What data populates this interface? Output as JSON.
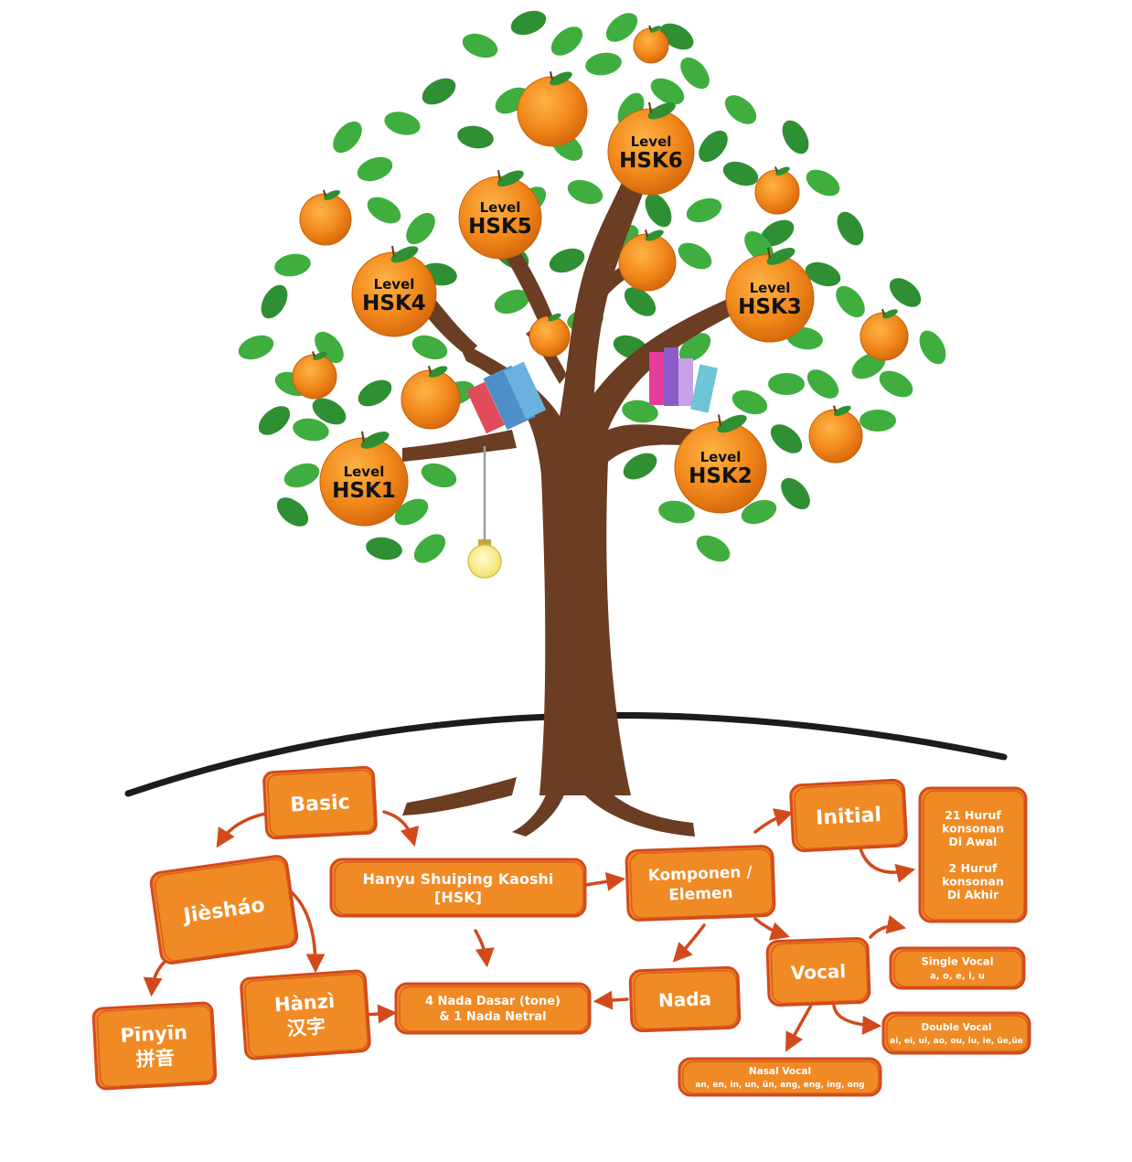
{
  "colors": {
    "leaf": "#3fae3f",
    "leaf_dark": "#2f8f33",
    "trunk": "#6b3d22",
    "orange": "#f28a1c",
    "orange_dark": "#d86a0c",
    "box_fill": "#f08a24",
    "box_stroke": "#d24a1c",
    "arrow": "#d24a1c",
    "ground": "#1c1c1c"
  },
  "levels": [
    {
      "top": "Level",
      "bottom": "HSK1"
    },
    {
      "top": "Level",
      "bottom": "HSK2"
    },
    {
      "top": "Level",
      "bottom": "HSK3"
    },
    {
      "top": "Level",
      "bottom": "HSK4"
    },
    {
      "top": "Level",
      "bottom": "HSK5"
    },
    {
      "top": "Level",
      "bottom": "HSK6"
    }
  ],
  "nodes": {
    "basic": {
      "lines": [
        "Basic"
      ]
    },
    "jieshao": {
      "lines": [
        "Jièsháo"
      ]
    },
    "hsk": {
      "lines": [
        "Hanyu Shuiping Kaoshi",
        "[HSK]"
      ]
    },
    "komponen": {
      "lines": [
        "Komponen /",
        "Elemen"
      ]
    },
    "initial": {
      "lines": [
        "Initial"
      ]
    },
    "huruf": {
      "lines": [
        "21 Huruf",
        "konsonan",
        "Di Awal",
        "",
        "2 Huruf",
        "konsonan",
        "Di Akhir"
      ]
    },
    "pinyin": {
      "lines": [
        "Pīnyīn",
        "拼音"
      ]
    },
    "hanzi": {
      "lines": [
        "Hànzì",
        "汉字"
      ]
    },
    "nada_dasar": {
      "lines": [
        "4 Nada Dasar (tone)",
        "& 1 Nada Netral"
      ]
    },
    "nada": {
      "lines": [
        "Nada"
      ]
    },
    "vocal": {
      "lines": [
        "Vocal"
      ]
    },
    "single_vocal": {
      "lines": [
        "Single Vocal",
        "a, o, e, i, u"
      ]
    },
    "double_vocal": {
      "lines": [
        "Double Vocal",
        "ai, ei, ui, ao, ou, iu, ie, üe,üe"
      ]
    },
    "nasal_vocal": {
      "lines": [
        "Nasal Vocal",
        "an, en, in, un, ün, ang, eng, ing, ong"
      ]
    }
  }
}
